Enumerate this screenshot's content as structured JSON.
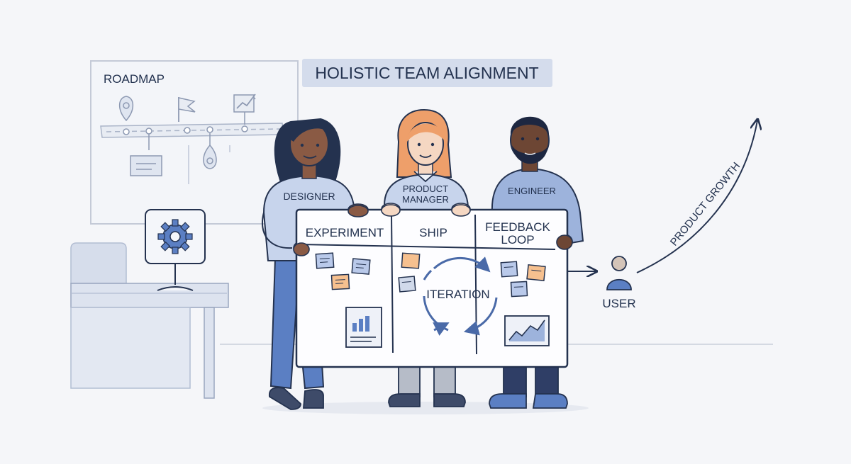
{
  "title": "HOLISTIC TEAM ALIGNMENT",
  "roadmap": {
    "label": "ROADMAP"
  },
  "team": {
    "designer": "DESIGNER",
    "pm_line1": "PRODUCT",
    "pm_line2": "MANAGER",
    "engineer": "ENGINEER"
  },
  "board": {
    "columns": {
      "experiment": "EXPERIMENT",
      "ship": "SHIP",
      "feedback_line1": "FEEDBACK",
      "feedback_line2": "LOOP"
    },
    "cycle": "ITERATION"
  },
  "user": {
    "label": "USER"
  },
  "growth": {
    "label": "PRODUCT GROWTH"
  },
  "colors": {
    "background": "#f5f6f9",
    "ink": "#24324f",
    "accent_blue": "#5b7fc3",
    "light_blue": "#c5d2ea",
    "sticky_blue": "#b9c9ea",
    "sticky_orange": "#f6c08f",
    "title_bg": "#d4dcec"
  },
  "icons": [
    "location-pin-icon",
    "flag-icon",
    "trend-chart-icon",
    "drop-marker-icon",
    "gear-icon",
    "bar-chart-icon",
    "line-chart-icon",
    "user-icon",
    "cycle-arrows-icon"
  ]
}
